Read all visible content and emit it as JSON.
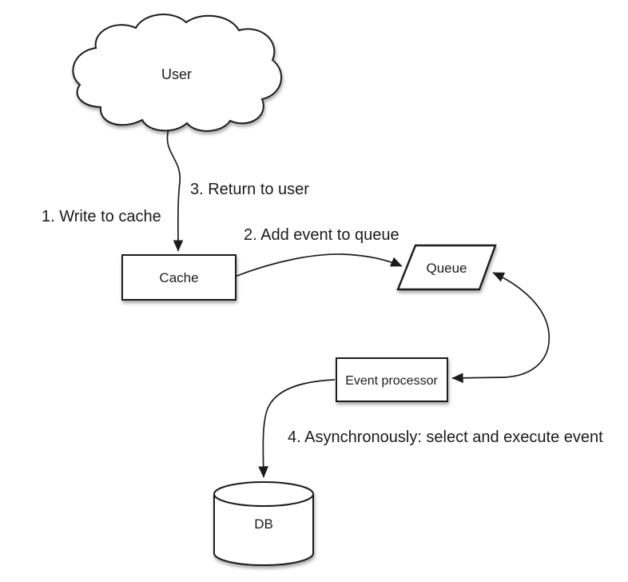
{
  "diagram": {
    "type": "flow-diagram",
    "nodes": {
      "user": {
        "label": "User",
        "shape": "cloud"
      },
      "cache": {
        "label": "Cache",
        "shape": "rectangle"
      },
      "queue": {
        "label": "Queue",
        "shape": "parallelogram"
      },
      "event_processor": {
        "label": "Event processor",
        "shape": "rectangle"
      },
      "db": {
        "label": "DB",
        "shape": "cylinder"
      }
    },
    "edges": [
      {
        "from": "user",
        "to": "cache",
        "arrowheads": "end"
      },
      {
        "from": "cache",
        "to": "queue",
        "arrowheads": "end"
      },
      {
        "from": "queue",
        "to": "event_processor",
        "arrowheads": "both"
      },
      {
        "from": "event_processor",
        "to": "db",
        "arrowheads": "end"
      }
    ],
    "annotations": {
      "step1": "1. Write to cache",
      "step2": "2. Add event to queue",
      "step3": "3. Return to user",
      "step4": "4. Asynchronously: select and execute event"
    },
    "colors": {
      "stroke": "#1c1c1c",
      "fill": "#ffffff",
      "text": "#1a1a1a",
      "background": "#ffffff"
    }
  }
}
